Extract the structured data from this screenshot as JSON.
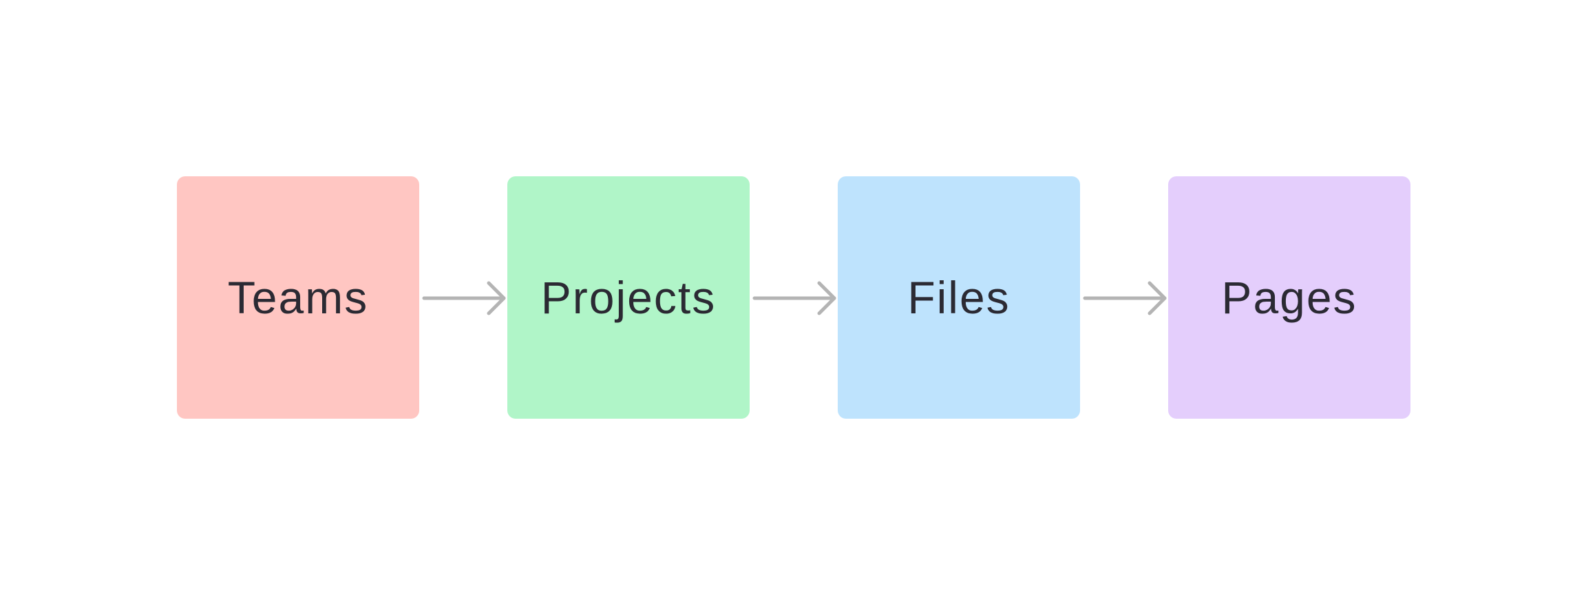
{
  "diagram": {
    "nodes": [
      {
        "id": "teams",
        "label": "Teams",
        "color": "#ffc6c2"
      },
      {
        "id": "projects",
        "label": "Projects",
        "color": "#b0f5c8"
      },
      {
        "id": "files",
        "label": "Files",
        "color": "#bee3fd"
      },
      {
        "id": "pages",
        "label": "Pages",
        "color": "#e4cefc"
      }
    ],
    "edges": [
      {
        "from": "teams",
        "to": "projects",
        "icon": "arrow-right-icon"
      },
      {
        "from": "projects",
        "to": "files",
        "icon": "arrow-right-icon"
      },
      {
        "from": "files",
        "to": "pages",
        "icon": "arrow-right-icon"
      }
    ],
    "arrow_color": "#b4b4b4",
    "text_color": "#2b2a33",
    "background": "#ffffff"
  }
}
